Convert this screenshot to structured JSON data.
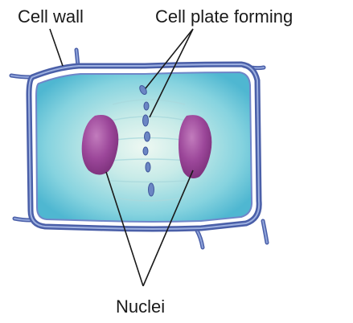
{
  "labels": {
    "cell_wall": "Cell wall",
    "cell_plate": "Cell plate forming",
    "nuclei": "Nuclei"
  },
  "colors": {
    "wall": "#4a5fa8",
    "wall_inner": "#6f86c9",
    "cytoplasm_center": "#d9f0ee",
    "cytoplasm_edge": "#5fc1d6",
    "nucleus": "#8e3b8c",
    "nucleus_light": "#b86db2",
    "plate": "#6b86c4",
    "leader": "#1a1a1a"
  }
}
